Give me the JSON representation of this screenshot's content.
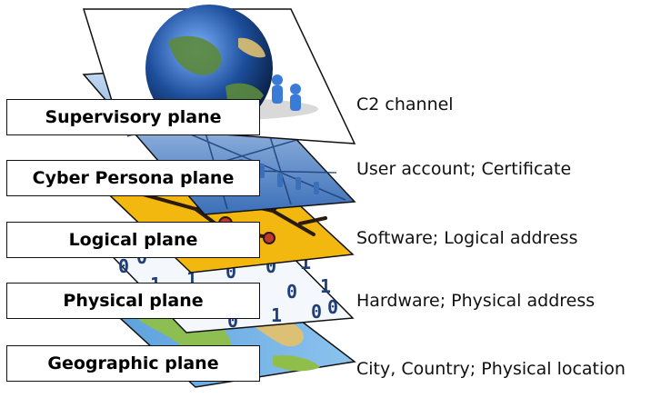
{
  "planes": [
    {
      "label": "Supervisory plane",
      "annotation": "C2 channel"
    },
    {
      "label": "Cyber Persona plane",
      "annotation": "User account; Certificate"
    },
    {
      "label": "Logical plane",
      "annotation": "Software; Logical address"
    },
    {
      "label": "Physical plane",
      "annotation": "Hardware; Physical address"
    },
    {
      "label": "Geographic plane",
      "annotation": "City, Country; Physical location"
    }
  ],
  "binary_glyphs": [
    "0",
    "1",
    "0",
    "0",
    "1",
    "1",
    "0",
    "0",
    "1",
    "0",
    "1",
    "1",
    "0",
    "1",
    "0",
    "1",
    "0",
    "0",
    "1",
    "0"
  ],
  "colors": {
    "map_ocean": "#6aa8de",
    "map_land": "#8fbf4a",
    "map_sand": "#e0c070",
    "binary_bg": "#f4f7fb",
    "binary_text": "#1e3f7a",
    "circuit_yellow": "#f2b80f",
    "circuit_trace": "#2a1a10",
    "network_blue": "#3b6fb8",
    "network_light": "#a9c9ec",
    "globe_blue": "#1d4f9c",
    "globe_land": "#5b8a3c",
    "outline": "#111111"
  },
  "icons": {
    "supervisory": "globe-with-people-icon",
    "cyber_persona": "network-people-icon",
    "logical": "circuit-board-icon",
    "physical": "binary-digits-icon",
    "geographic": "map-icon"
  }
}
